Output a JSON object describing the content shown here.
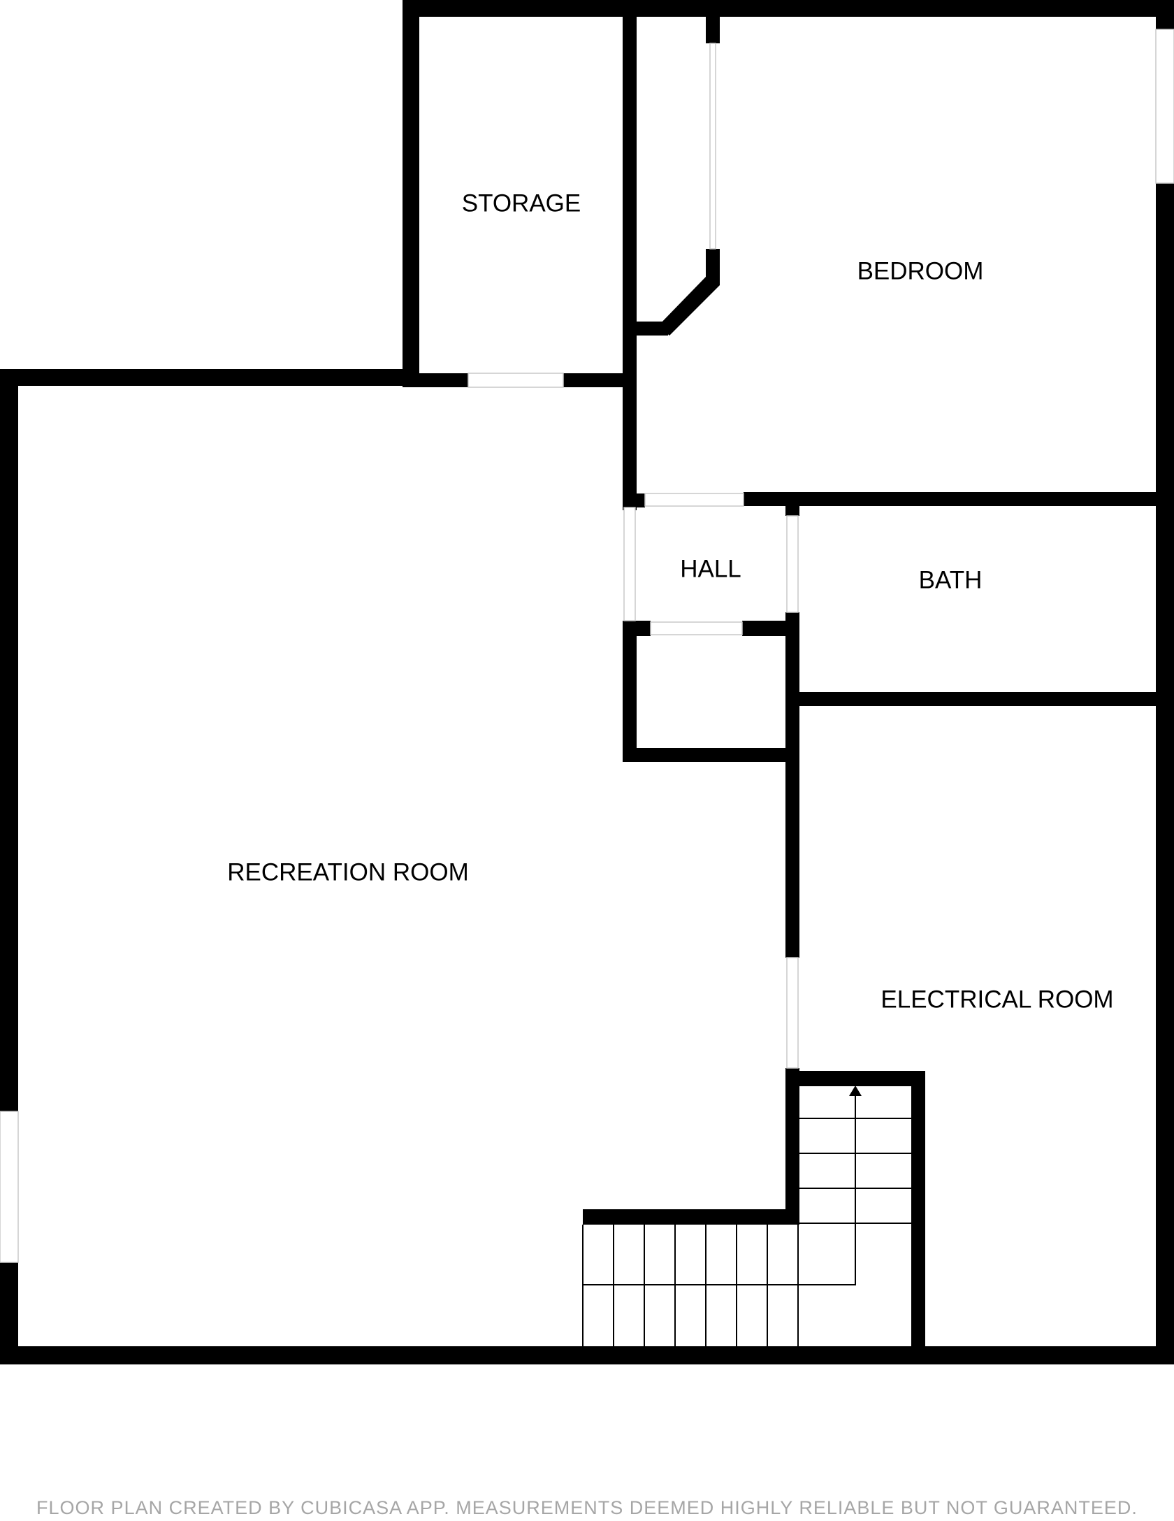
{
  "plan": {
    "rooms": [
      {
        "id": "storage",
        "label": "STORAGE"
      },
      {
        "id": "bedroom",
        "label": "BEDROOM"
      },
      {
        "id": "hall",
        "label": "HALL"
      },
      {
        "id": "bath",
        "label": "BATH"
      },
      {
        "id": "recreation-room",
        "label": "RECREATION ROOM"
      },
      {
        "id": "electrical-room",
        "label": "ELECTRICAL ROOM"
      }
    ],
    "footer": "FLOOR PLAN CREATED BY CUBICASA APP. MEASUREMENTS DEEMED HIGHLY RELIABLE BUT NOT GUARANTEED."
  },
  "colors": {
    "wall": "#000000",
    "background": "#ffffff",
    "footer_text": "#a6a6a6"
  }
}
